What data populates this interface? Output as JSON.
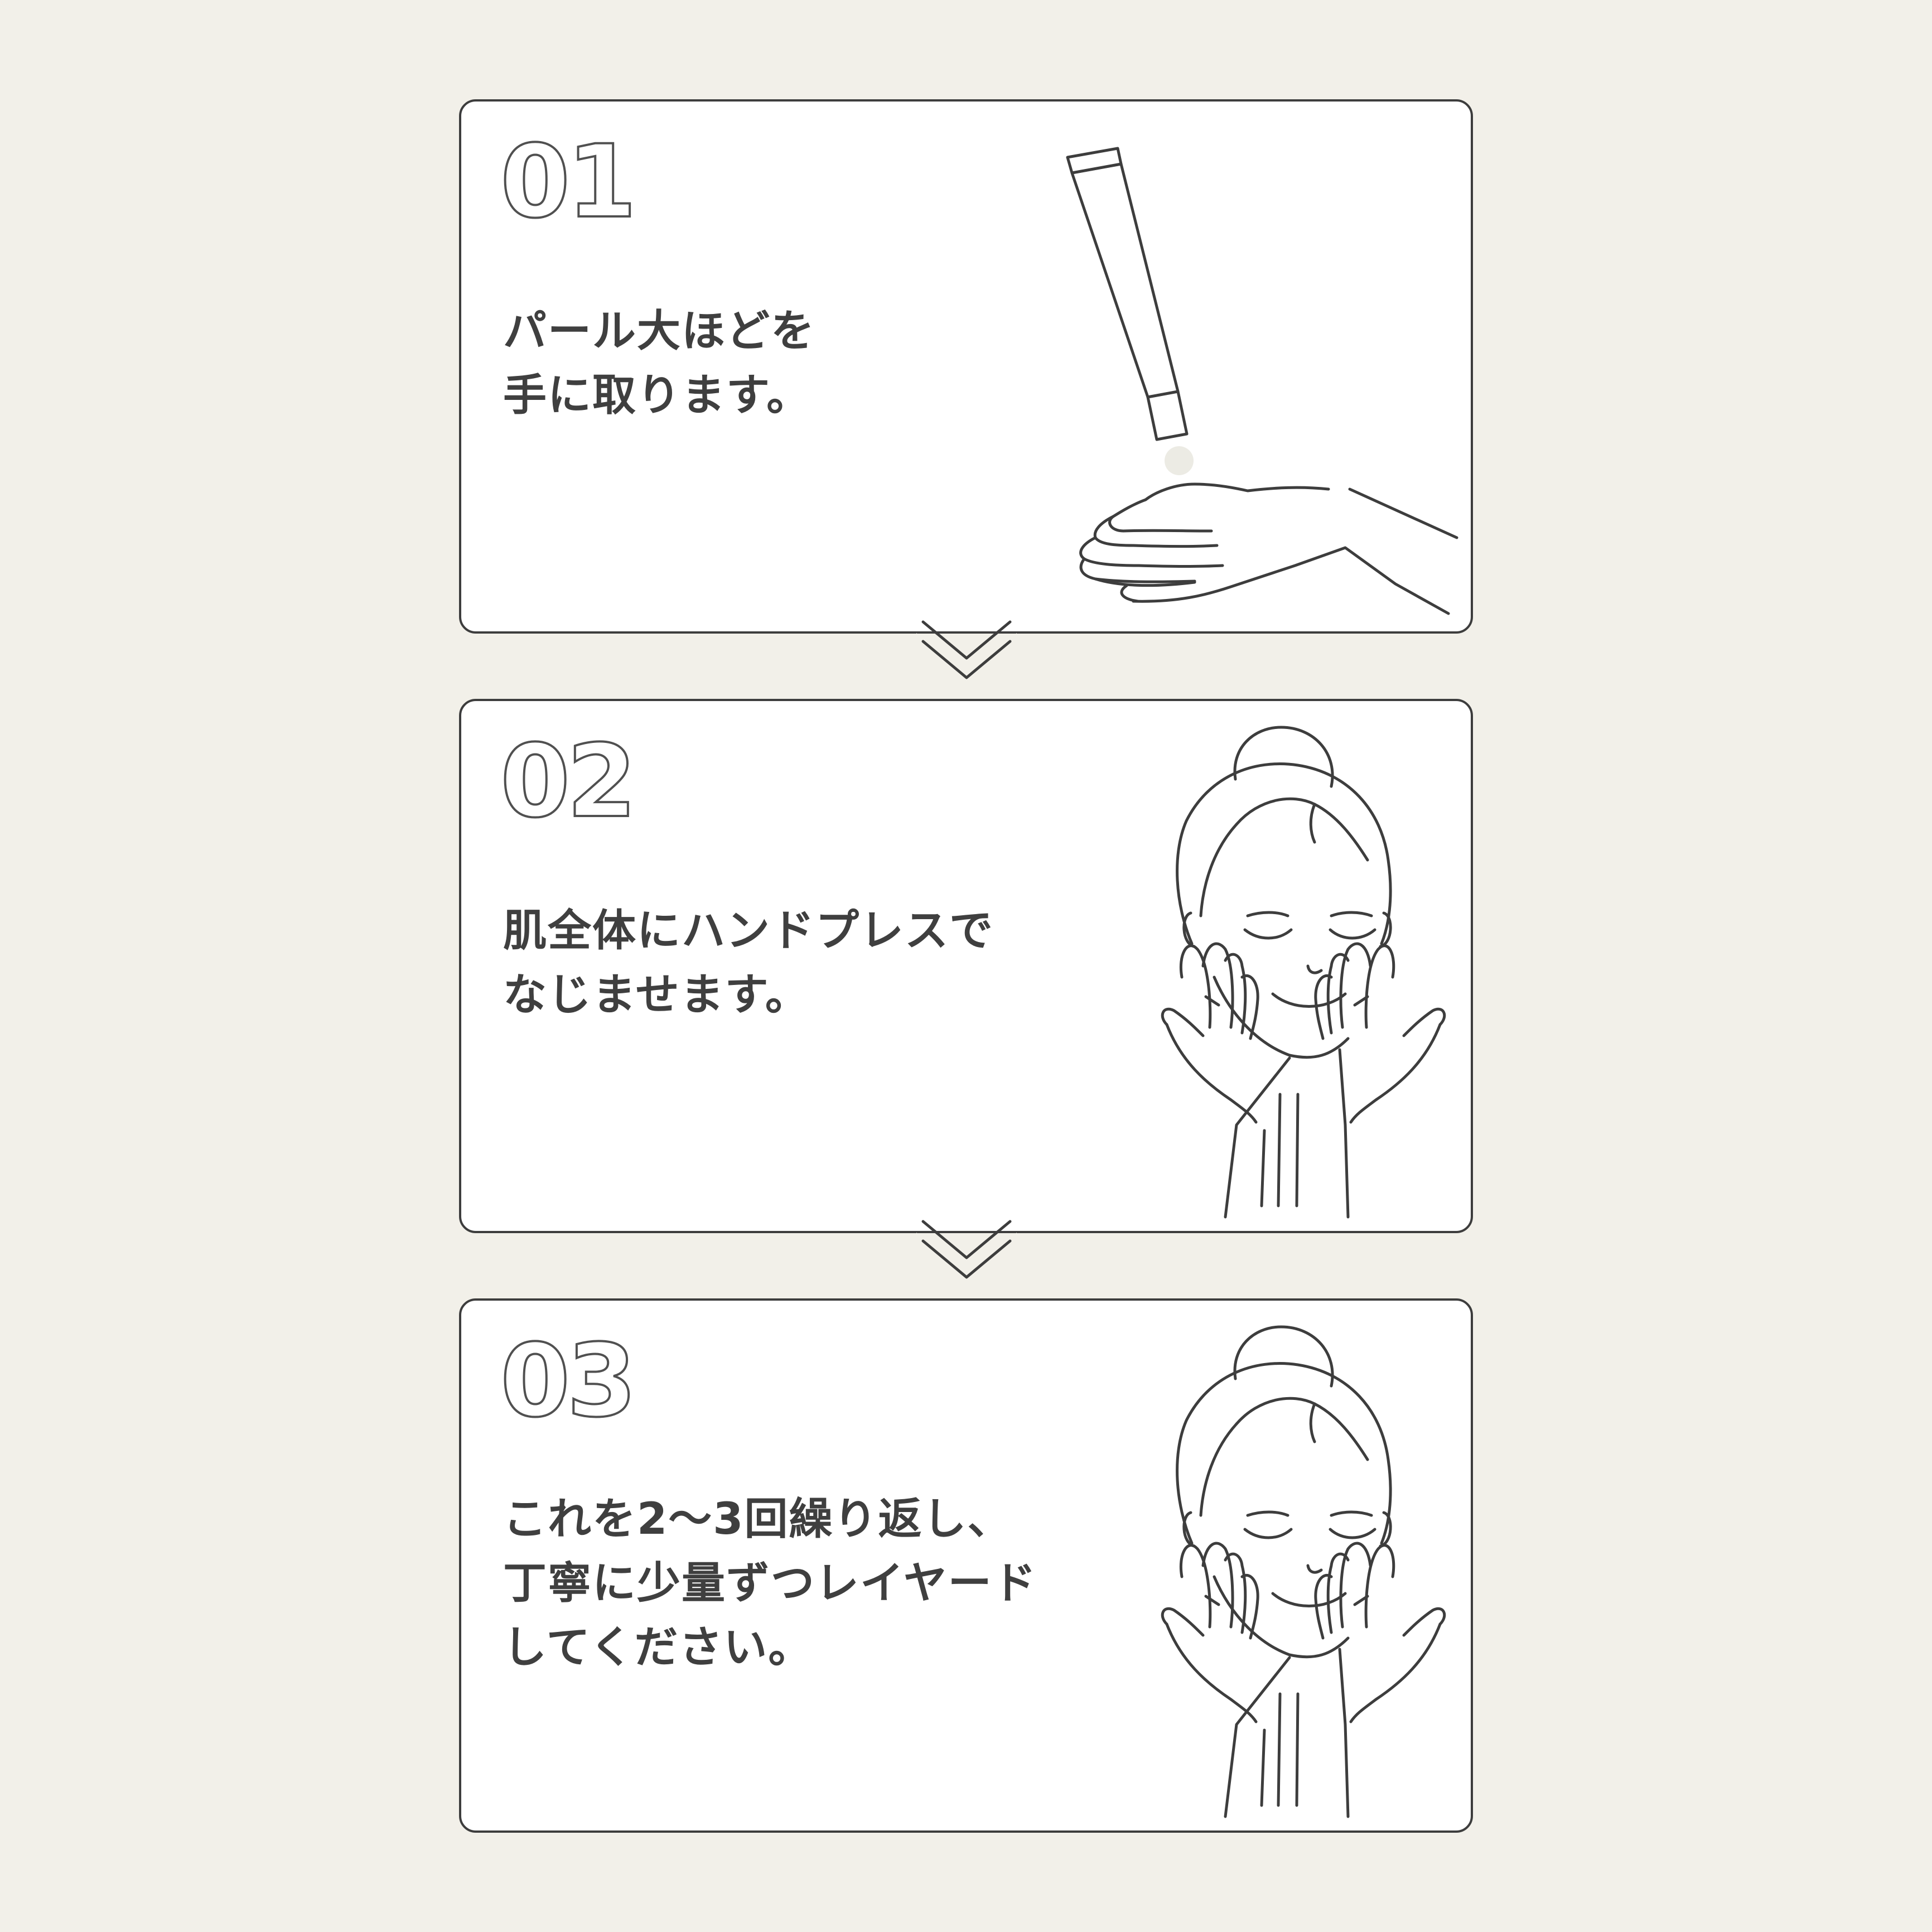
{
  "steps": [
    {
      "number": "01",
      "text": "パール大ほどを\n手に取ります。",
      "illustration": "hand-with-tube-icon"
    },
    {
      "number": "02",
      "text": "肌全体にハンドプレスで\nなじませます。",
      "illustration": "face-hand-press-icon"
    },
    {
      "number": "03",
      "text": "これを2〜3回繰り返し、\n丁寧に少量ずつレイヤード\nしてください。",
      "illustration": "face-hand-press-icon"
    }
  ],
  "connector": {
    "icon": "double-chevron-down-icon"
  },
  "colors": {
    "background": "#f2f0e9",
    "card": "#ffffff",
    "line": "#3d3d3d",
    "text": "#3f3f3f",
    "droplet": "#ecebe4"
  }
}
